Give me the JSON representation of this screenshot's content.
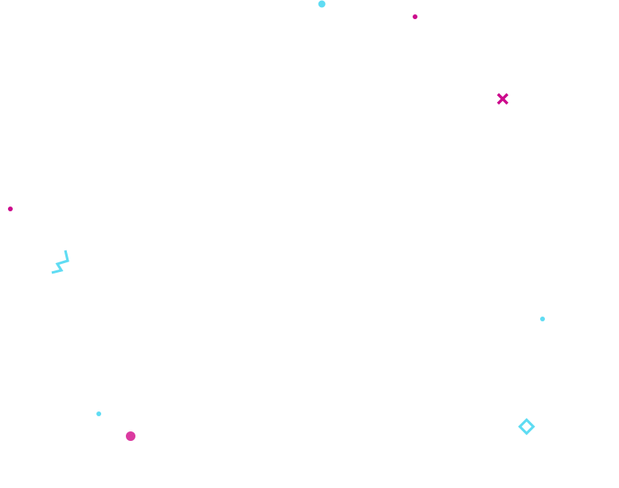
{
  "palette": {
    "background": "#ffffff",
    "cyan": "#5fdcf3",
    "magenta": "#cc0a8c",
    "pink": "#db3aa0"
  },
  "decorations": [
    {
      "name": "dot-cyan-top",
      "shape": "dot",
      "color": "cyan"
    },
    {
      "name": "dot-magenta-top",
      "shape": "dot",
      "color": "magenta"
    },
    {
      "name": "cross-magenta",
      "shape": "cross",
      "color": "magenta"
    },
    {
      "name": "dot-magenta-left",
      "shape": "dot",
      "color": "magenta"
    },
    {
      "name": "zigzag-cyan",
      "shape": "zigzag",
      "color": "cyan"
    },
    {
      "name": "dot-cyan-right",
      "shape": "dot",
      "color": "cyan"
    },
    {
      "name": "dot-cyan-bottom-left",
      "shape": "dot",
      "color": "cyan"
    },
    {
      "name": "dot-pink-bottom-left",
      "shape": "dot",
      "color": "pink"
    },
    {
      "name": "diamond-cyan",
      "shape": "diamond-outline",
      "color": "cyan"
    }
  ]
}
